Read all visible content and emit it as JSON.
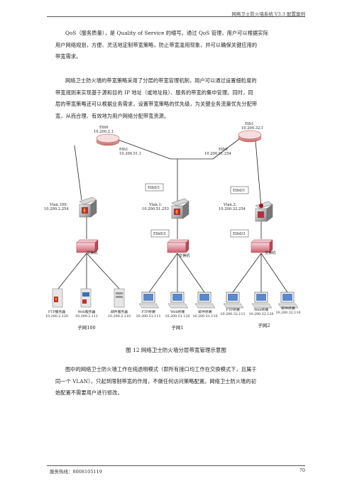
{
  "header": {
    "title": "网络卫士防火墙系统 V3.3 配置案例"
  },
  "paragraphs": {
    "p1": [
      "QoS（服务质量），是 Quality of Service 的缩写。通过 QoS 管理，用户可以根据实际",
      "用户网络规划，方便、灵活地定制带宽策略，防止带宽滥用现象，并可以确保关键应用的",
      "带宽需求。"
    ],
    "p2": [
      "网络卫士防火墙的带宽策略采用了分层的带宽管理机制，用户可以通过设置细粒度的",
      "带宽规则来实现基于源和目的 IP 地址（或地址段）、服务的带宽的集中管理。同时，同",
      "层的带宽策略还可以根据业务需求，设置带宽策略的优先级，为关键业务流量优先分配带",
      "宽，从而合理、有效地为用户网络分配带宽资源。"
    ],
    "p3": [
      "图中的网络卫士防火墙工作在纯透明模式（即所有接口均工作在交换模式下，且属于",
      "同一个 VLAN），只起到限制带宽的作用，不做任何访问策略配置。网络卫士防火墙的初",
      "始配置不需要用户进行修改。"
    ]
  },
  "diagram": {
    "routers": {
      "left_iface": "Eth0",
      "left_ip": "10.200.2.1",
      "left_link_iface": "Eth1",
      "left_link_ip": "10.200.51.1",
      "right_iface": "Eth1",
      "right_ip": "10.200.32.1",
      "right_link_iface": "Eth0",
      "right_link_ip": "10.200.51.254"
    },
    "firewalls": {
      "left_vlan": "Vlan.100:",
      "left_ip": "10.200.2.254",
      "mid_vlan": "Vlan.1:",
      "mid_ip": "10.200.51.253",
      "mid_top_port": "Eth0/1",
      "mid_bottom_port": "Eth0/3",
      "right_vlan": "Vlan.2:",
      "right_ip": "10.200.32.254",
      "right_top_port": "Eth0/1",
      "right_bottom_port": "Eth0/3"
    },
    "switch_label": "交换机",
    "hosts": [
      {
        "name": "FTP服务器",
        "ip": "10.200.2.120"
      },
      {
        "name": "Web服务器",
        "ip": "10.200.2.111"
      },
      {
        "name": "邮件服务器",
        "ip": "10.200.2.110"
      },
      {
        "name": "FTP终端",
        "ip": "10.200.51.111"
      },
      {
        "name": "Web终端",
        "ip": "10.200.51.120"
      },
      {
        "name": "邮件终端",
        "ip": "10.200.51.110"
      },
      {
        "name": "FTP终端",
        "ip": "10.200.32.111"
      },
      {
        "name": "Web终端",
        "ip": "10.200.32.120"
      },
      {
        "name": "邮件终端",
        "ip": "10.200.32.110"
      }
    ],
    "subnets": [
      "子网100",
      "子网1",
      "子网2"
    ]
  },
  "caption": "图 12  网络卫士防火墙分层带宽管理示意图",
  "footer": {
    "hotline": "服务热线：8008105119",
    "page": "70"
  },
  "colors": {
    "router": "#d98a8a",
    "firewall": "#b03040",
    "switch": "#d06070",
    "line": "#222"
  }
}
